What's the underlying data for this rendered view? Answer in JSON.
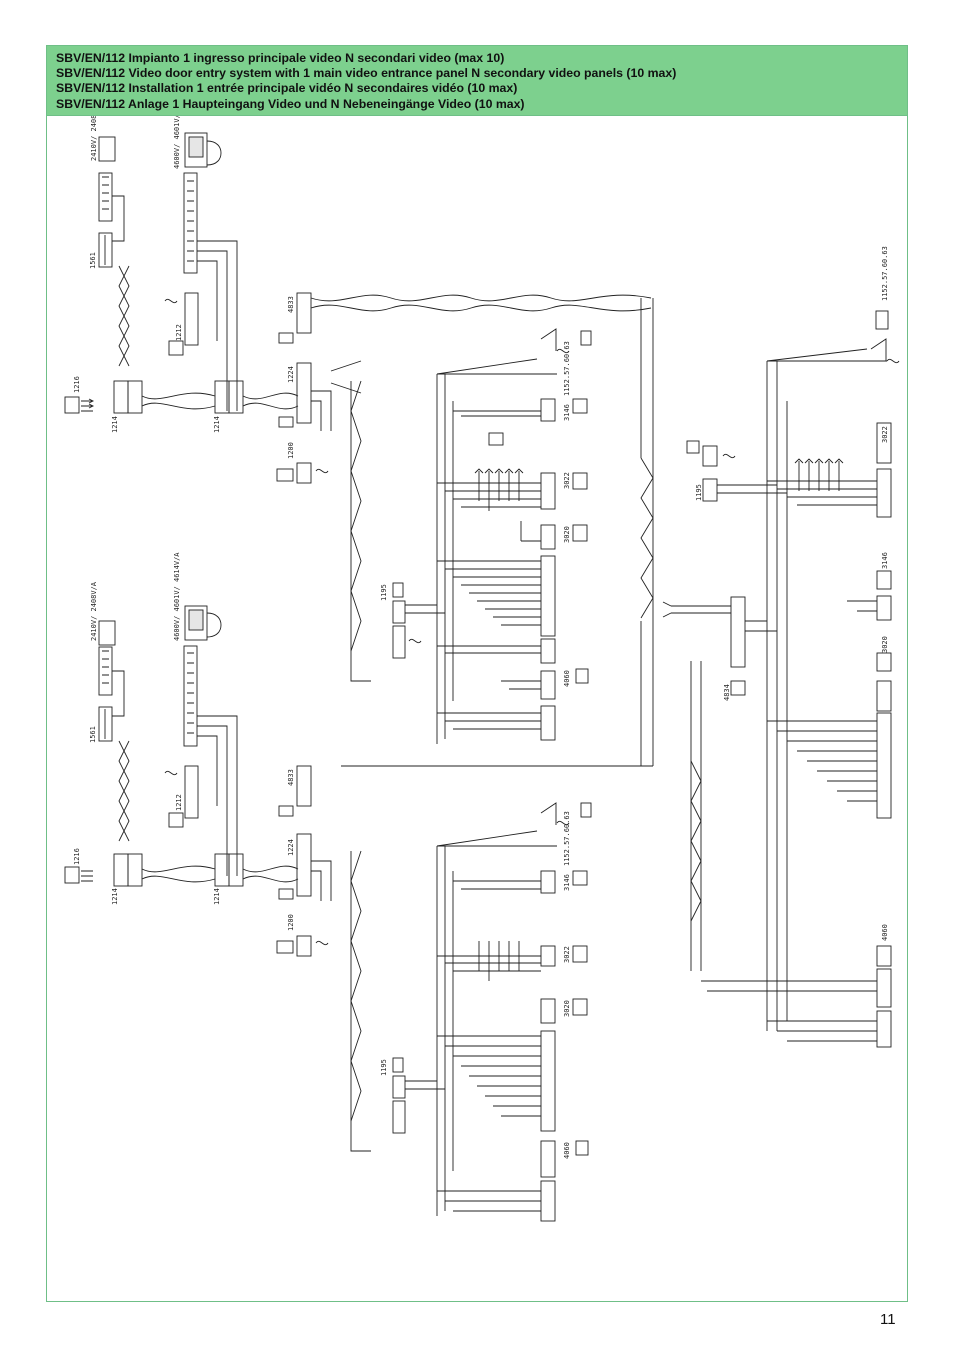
{
  "header": {
    "lines": [
      "SBV/EN/112 Impianto 1 ingresso principale video N secondari video (max 10)",
      "SBV/EN/112 Video door entry system with 1 main video entrance panel N secondary video panels (10 max)",
      "SBV/EN/112 Installation 1 entrée principale vidéo N secondaires vidéo (10 max)",
      "SBV/EN/112 Anlage 1 Haupteingang Video und N Nebeneingänge Video (10 max)"
    ],
    "background": "#7dd08e"
  },
  "labels": {
    "psu_top": "2410V/ 2408V/A",
    "monitor_top": "4600V/ 4601V/ 4614V/A",
    "c1561": "1561",
    "c1212": "1212",
    "c1216": "1216",
    "c1214": "1214",
    "c4833": "4833",
    "c1224": "1224",
    "c1200": "1200",
    "c1195": "1195",
    "c1152": "1152.57.60.63",
    "c3146": "3146",
    "c3022": "3022",
    "c3020": "3020",
    "c4060": "4060",
    "c4834": "4834",
    "c1152b": "1152.57.60.63",
    "c3022b": "3022",
    "c3146b": "3146",
    "c3020b": "3020",
    "c4060b": "4060",
    "c1195b": "1195"
  },
  "page_number": "11"
}
